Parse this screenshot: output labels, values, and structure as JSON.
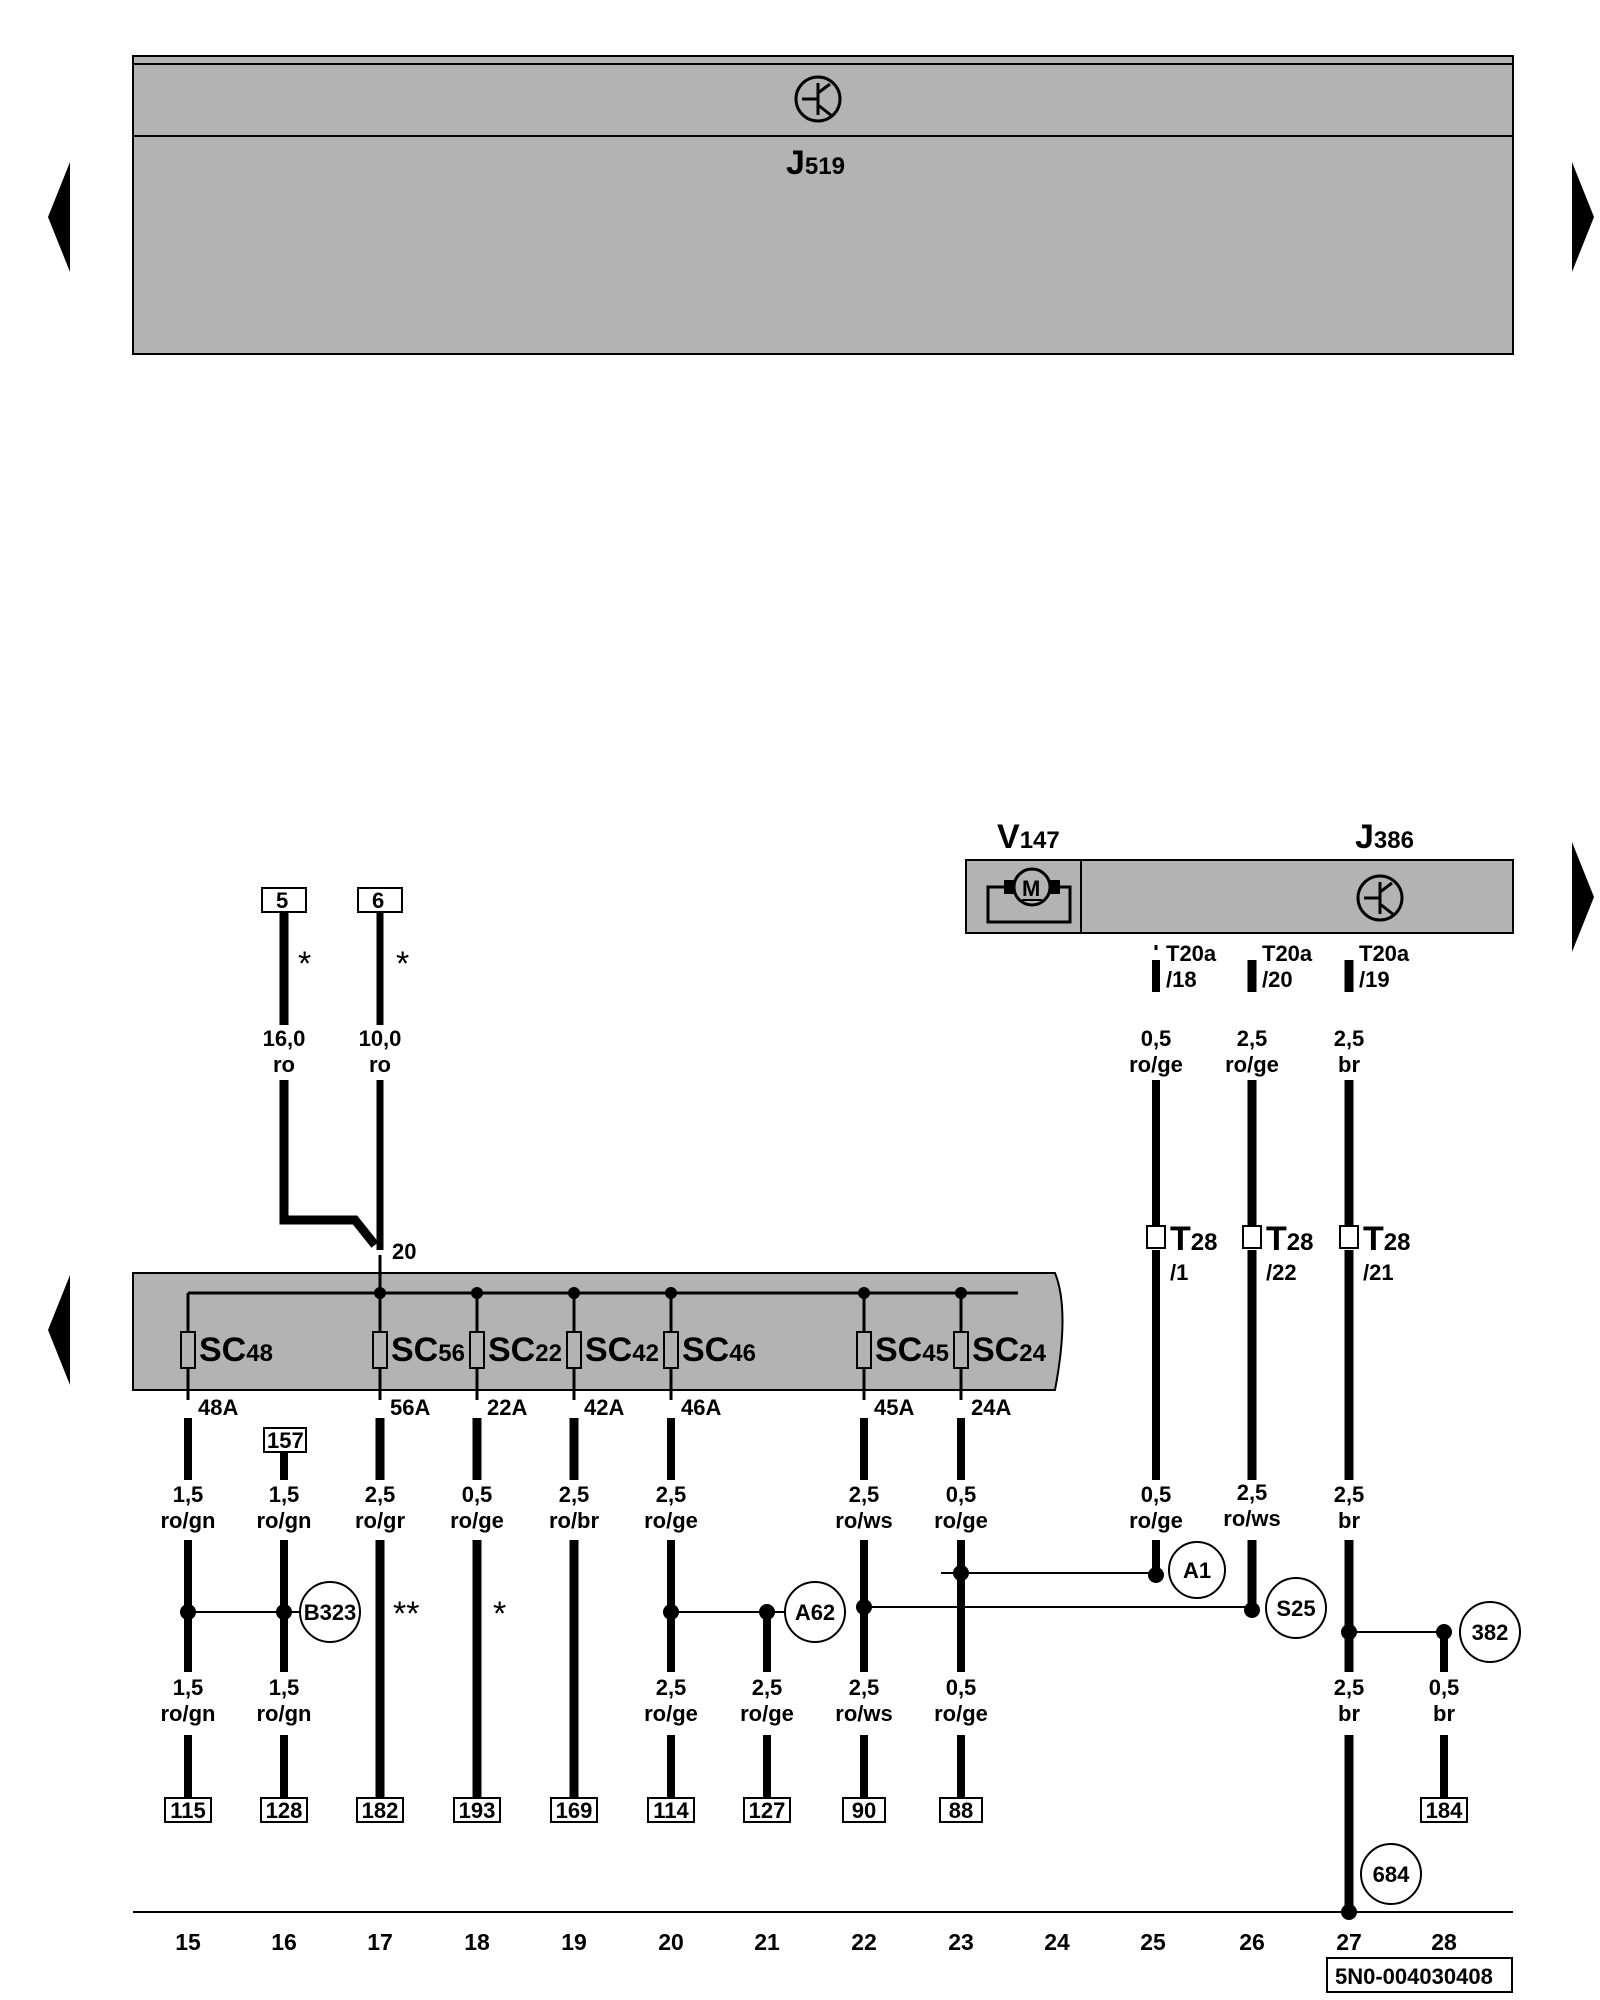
{
  "components": {
    "j519": {
      "main": "J",
      "sub": "519"
    },
    "v147": {
      "main": "V",
      "sub": "147"
    },
    "j386": {
      "main": "J",
      "sub": "386"
    },
    "motor_label": "M"
  },
  "diagram_id": "5N0-004030408",
  "columns": [
    "15",
    "16",
    "17",
    "18",
    "19",
    "20",
    "21",
    "22",
    "23",
    "24",
    "25",
    "26",
    "27",
    "28"
  ],
  "ref_boxes_top": [
    "5",
    "6"
  ],
  "top_wires": [
    {
      "size": "16,0",
      "color": "ro",
      "mark": "*"
    },
    {
      "size": "10,0",
      "color": "ro",
      "mark": "*"
    }
  ],
  "bus_pin": "20",
  "fuses": [
    {
      "main": "SC",
      "sub": "48",
      "pin": "48A"
    },
    {
      "main": "SC",
      "sub": "56",
      "pin": "56A"
    },
    {
      "main": "SC",
      "sub": "22",
      "pin": "22A"
    },
    {
      "main": "SC",
      "sub": "42",
      "pin": "42A"
    },
    {
      "main": "SC",
      "sub": "46",
      "pin": "46A"
    },
    {
      "main": "SC",
      "sub": "45",
      "pin": "45A"
    },
    {
      "main": "SC",
      "sub": "24",
      "pin": "24A"
    }
  ],
  "ref_box_157": "157",
  "j386_pins": [
    {
      "conn": "T20a",
      "pin": "/18",
      "size": "0,5",
      "color": "ro/ge"
    },
    {
      "conn": "T20a",
      "pin": "/20",
      "size": "2,5",
      "color": "ro/ge"
    },
    {
      "conn": "T20a",
      "pin": "/19",
      "size": "2,5",
      "color": "br"
    }
  ],
  "t28": [
    {
      "main": "T",
      "sub": "28",
      "pin": "/1"
    },
    {
      "main": "T",
      "sub": "28",
      "pin": "/22"
    },
    {
      "main": "T",
      "sub": "28",
      "pin": "/21"
    }
  ],
  "mid_wires": [
    {
      "size": "1,5",
      "color": "ro/gn"
    },
    {
      "size": "1,5",
      "color": "ro/gn"
    },
    {
      "size": "2,5",
      "color": "ro/gr"
    },
    {
      "size": "0,5",
      "color": "ro/ge"
    },
    {
      "size": "2,5",
      "color": "ro/br"
    },
    {
      "size": "2,5",
      "color": "ro/ge"
    },
    {
      "size": "2,5",
      "color": "ro/ws"
    },
    {
      "size": "0,5",
      "color": "ro/ge"
    },
    {
      "size": "0,5",
      "color": "ro/ge"
    },
    {
      "size": "2,5",
      "color": "ro/ws"
    },
    {
      "size": "2,5",
      "color": "br"
    }
  ],
  "lower_wires": [
    {
      "size": "1,5",
      "color": "ro/gn"
    },
    {
      "size": "1,5",
      "color": "ro/gn"
    },
    {
      "size": "2,5",
      "color": "ro/ge"
    },
    {
      "size": "2,5",
      "color": "ro/ge"
    },
    {
      "size": "2,5",
      "color": "ro/ws"
    },
    {
      "size": "0,5",
      "color": "ro/ge"
    },
    {
      "size": "2,5",
      "color": "br"
    },
    {
      "size": "0,5",
      "color": "br"
    }
  ],
  "marks": {
    "col17": "**",
    "col18": "*"
  },
  "connectors": [
    "B323",
    "A62",
    "A1",
    "S25",
    "382",
    "684"
  ],
  "bottom_boxes": [
    "115",
    "128",
    "182",
    "193",
    "169",
    "114",
    "127",
    "90",
    "88",
    "184"
  ]
}
